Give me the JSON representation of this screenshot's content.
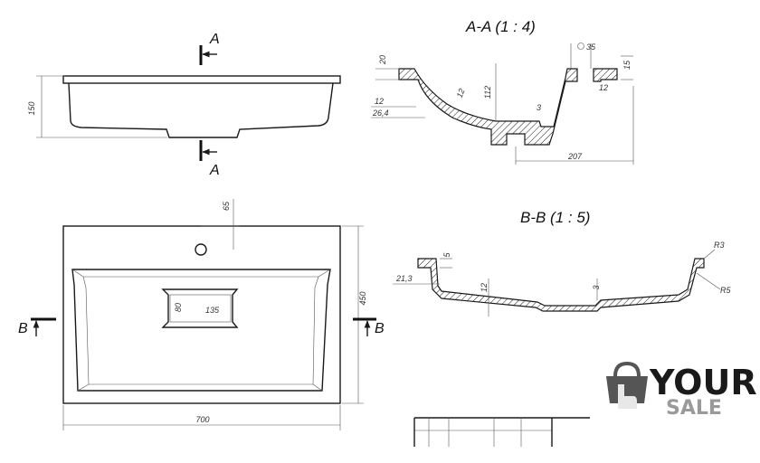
{
  "titles": {
    "section_aa": "A-A (1 : 4)",
    "section_bb": "B-B (1 : 5)"
  },
  "markers": {
    "a_top": "A",
    "a_bottom": "A",
    "b_left": "B",
    "b_right": "B"
  },
  "dimensions": {
    "side_height": "150",
    "aa_rim_height": "20",
    "aa_wall": "12",
    "aa_depth": "112",
    "aa_lip": "12",
    "aa_offset": "26,4",
    "aa_drain": "3",
    "aa_hole": "35",
    "aa_right_height": "15",
    "aa_right_lip": "12",
    "aa_width": "207",
    "top_hole_offset": "65",
    "top_depth": "450",
    "top_width": "700",
    "top_drain_h": "80",
    "top_drain_w": "135",
    "bb_rim": "5",
    "bb_offset": "21,3",
    "bb_wall": "12",
    "bb_drain": "3",
    "bb_r_small": "R3",
    "bb_r_large": "R5"
  },
  "watermark": {
    "word": "YOUR",
    "sub": "SALE",
    "icon": "shopping-bag-hand-icon"
  }
}
